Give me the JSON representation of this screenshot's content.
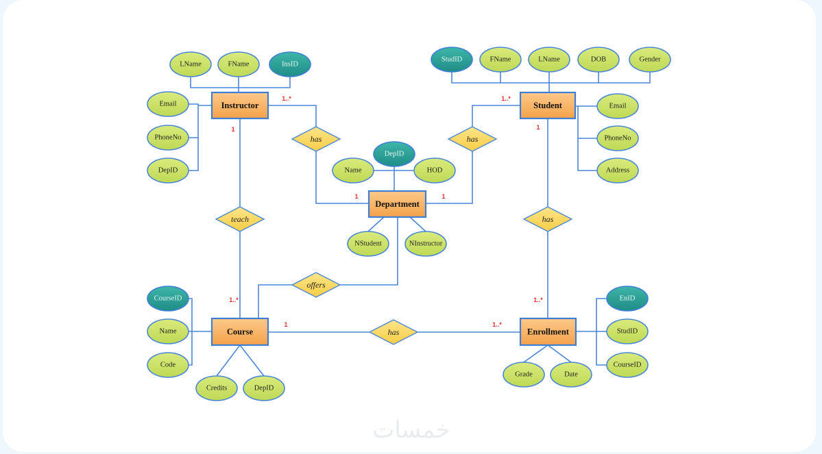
{
  "diagram": {
    "title": "University ER Diagram",
    "entities": [
      {
        "id": "instructor",
        "label": "Instructor"
      },
      {
        "id": "student",
        "label": "Student"
      },
      {
        "id": "department",
        "label": "Department"
      },
      {
        "id": "course",
        "label": "Course"
      },
      {
        "id": "enrollment",
        "label": "Enrollment"
      }
    ],
    "attributes": {
      "instructor": [
        {
          "label": "LName",
          "key": false
        },
        {
          "label": "FName",
          "key": false
        },
        {
          "label": "InsID",
          "key": true
        },
        {
          "label": "Email",
          "key": false
        },
        {
          "label": "PhoneNo",
          "key": false
        },
        {
          "label": "DepID",
          "key": false
        }
      ],
      "student": [
        {
          "label": "StudID",
          "key": true
        },
        {
          "label": "FName",
          "key": false
        },
        {
          "label": "LName",
          "key": false
        },
        {
          "label": "DOB",
          "key": false
        },
        {
          "label": "Gender",
          "key": false
        },
        {
          "label": "Email",
          "key": false
        },
        {
          "label": "PhoneNo",
          "key": false
        },
        {
          "label": "Address",
          "key": false
        }
      ],
      "department": [
        {
          "label": "DepID",
          "key": true
        },
        {
          "label": "Name",
          "key": false
        },
        {
          "label": "HOD",
          "key": false
        },
        {
          "label": "NStudent",
          "key": false
        },
        {
          "label": "NInstructor",
          "key": false
        }
      ],
      "course": [
        {
          "label": "CourseID",
          "key": true
        },
        {
          "label": "Name",
          "key": false
        },
        {
          "label": "Code",
          "key": false
        },
        {
          "label": "Credits",
          "key": false
        },
        {
          "label": "DepID",
          "key": false
        }
      ],
      "enrollment": [
        {
          "label": "EnID",
          "key": true
        },
        {
          "label": "StudID",
          "key": false
        },
        {
          "label": "CourseID",
          "key": false
        },
        {
          "label": "Grade",
          "key": false
        },
        {
          "label": "Date",
          "key": false
        }
      ]
    },
    "relationships": [
      {
        "id": "instructor-department",
        "label": "has",
        "from": "Instructor",
        "from_card": "1..*",
        "to": "Department",
        "to_card": "1"
      },
      {
        "id": "student-department",
        "label": "has",
        "from": "Student",
        "from_card": "1..*",
        "to": "Department",
        "to_card": "1"
      },
      {
        "id": "instructor-course",
        "label": "teach",
        "from": "Instructor",
        "from_card": "1",
        "to": "Course",
        "to_card": "1..*"
      },
      {
        "id": "department-course",
        "label": "offers",
        "from": "Department",
        "from_card": "",
        "to": "Course",
        "to_card": ""
      },
      {
        "id": "student-enrollment",
        "label": "has",
        "from": "Student",
        "from_card": "1",
        "to": "Enrollment",
        "to_card": "1..*"
      },
      {
        "id": "course-enrollment",
        "label": "has",
        "from": "Course",
        "from_card": "1",
        "to": "Enrollment",
        "to_card": "1..*"
      }
    ],
    "colors": {
      "entity_fill": "#f9b15e",
      "entity_border": "#3d7fd6",
      "attribute_fill": "#cfe36a",
      "key_attribute_fill": "#2aa39a",
      "relationship_fill": "#fbd95a",
      "line": "#4a86d8",
      "cardinality": "#e32b2b"
    }
  },
  "watermark": "خمسات"
}
